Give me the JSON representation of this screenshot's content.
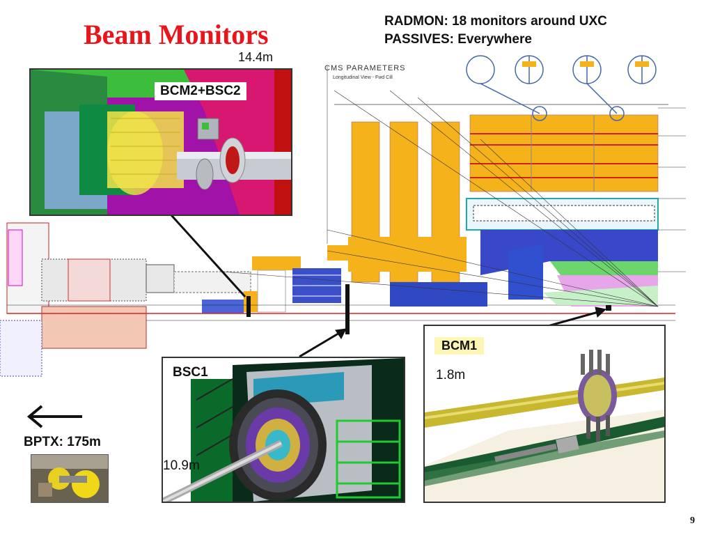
{
  "title": "Beam Monitors",
  "radmon_line1": "RADMON: 18 monitors around UXC",
  "radmon_line2": "PASSIVES: Everywhere",
  "dim_bcm2": "14.4m",
  "label_bcm2": "BCM2+BSC2",
  "label_bsc1": "BSC1",
  "dim_bsc1": "10.9m",
  "label_bcm1": "BCM1",
  "dim_bcm1": "1.8m",
  "label_bptx": "BPTX: 175m",
  "cms_parameters_title": "CMS PARAMETERS",
  "cms_parameters_subtitle": "Longitudinal View - Fwd Cill",
  "page_number": "9",
  "colors": {
    "title_red": "#e8161c",
    "calorimeter_orange": "#f5b21a",
    "magenta": "#b01ab5",
    "bcm1_tag_bg": "#fdf6b5"
  }
}
